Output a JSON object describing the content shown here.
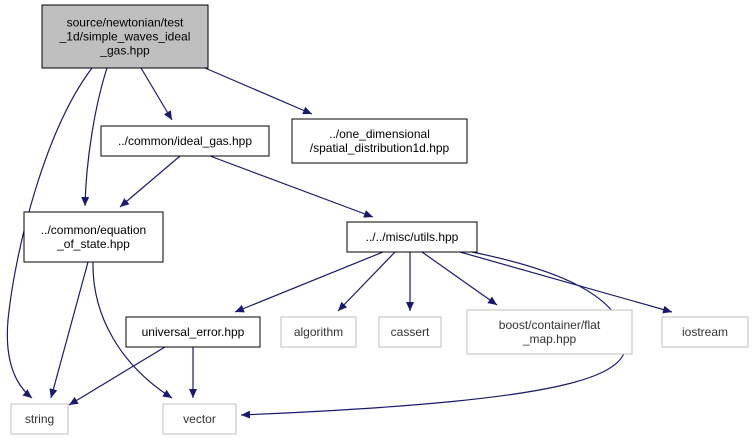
{
  "graph": {
    "nodes": {
      "root": {
        "lines": [
          "source/newtonian/test",
          "_1d/simple_waves_ideal",
          "_gas.hpp"
        ],
        "kind": "root"
      },
      "ideal_gas": {
        "lines": [
          "../common/ideal_gas.hpp"
        ],
        "kind": "file"
      },
      "spatial": {
        "lines": [
          "../one_dimensional",
          "/spatial_distribution1d.hpp"
        ],
        "kind": "file"
      },
      "eos": {
        "lines": [
          "../common/equation",
          "_of_state.hpp"
        ],
        "kind": "file"
      },
      "utils": {
        "lines": [
          "../../misc/utils.hpp"
        ],
        "kind": "file"
      },
      "universal_error": {
        "lines": [
          "universal_error.hpp"
        ],
        "kind": "file"
      },
      "algorithm": {
        "lines": [
          "algorithm"
        ],
        "kind": "system"
      },
      "cassert": {
        "lines": [
          "cassert"
        ],
        "kind": "system"
      },
      "flat_map": {
        "lines": [
          "boost/container/flat",
          "_map.hpp"
        ],
        "kind": "system"
      },
      "iostream": {
        "lines": [
          "iostream"
        ],
        "kind": "system"
      },
      "string": {
        "lines": [
          "string"
        ],
        "kind": "system"
      },
      "vector": {
        "lines": [
          "vector"
        ],
        "kind": "system"
      }
    },
    "edges": [
      [
        "root",
        "ideal_gas"
      ],
      [
        "root",
        "spatial"
      ],
      [
        "root",
        "eos"
      ],
      [
        "root",
        "string"
      ],
      [
        "ideal_gas",
        "eos"
      ],
      [
        "ideal_gas",
        "utils"
      ],
      [
        "eos",
        "string"
      ],
      [
        "eos",
        "vector"
      ],
      [
        "utils",
        "universal_error"
      ],
      [
        "utils",
        "algorithm"
      ],
      [
        "utils",
        "cassert"
      ],
      [
        "utils",
        "flat_map"
      ],
      [
        "utils",
        "iostream"
      ],
      [
        "utils",
        "vector"
      ],
      [
        "universal_error",
        "string"
      ],
      [
        "universal_error",
        "vector"
      ]
    ],
    "colors": {
      "root_fill": "#bfbfbf",
      "file_stroke": "#000000",
      "system_stroke": "#bfbfbf",
      "edge": "#191970"
    }
  }
}
